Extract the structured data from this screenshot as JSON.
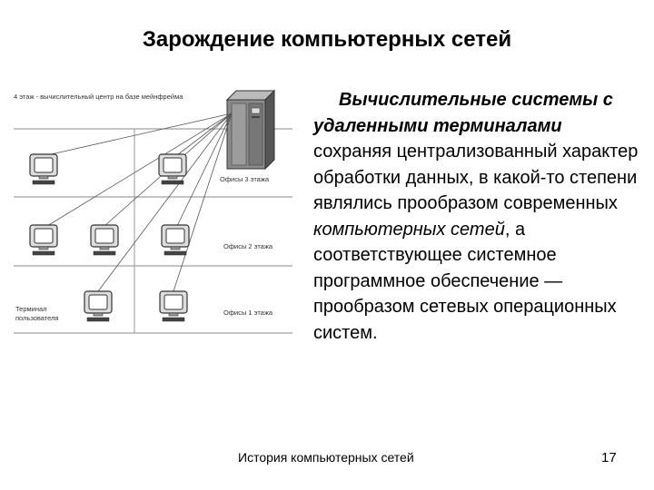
{
  "slide": {
    "title": "Зарождение компьютерных сетей",
    "body": {
      "part1_bold": "Вычислительные системы с удаленными терминалами",
      "part2": " сохраняя централизованный характер обработки данных, в какой-то степени являлись прообразом современных ",
      "part3_italic": "компьютерных сетей",
      "part4": ", а соответствующее системное программное обеспечение — прообразом сетевых операционных систем."
    },
    "footer": {
      "caption": "История компьютерных сетей",
      "page_number": "17"
    }
  },
  "diagram": {
    "floor4_label": "4 этаж - вычислительный центр на базе мейнфрейма",
    "offices_3": "Офисы 3 этажа",
    "offices_2": "Офисы 2 этажа",
    "offices_1": "Офисы 1 этажа",
    "terminal_label_line1": "Терминал",
    "terminal_label_line2": "пользователя"
  }
}
